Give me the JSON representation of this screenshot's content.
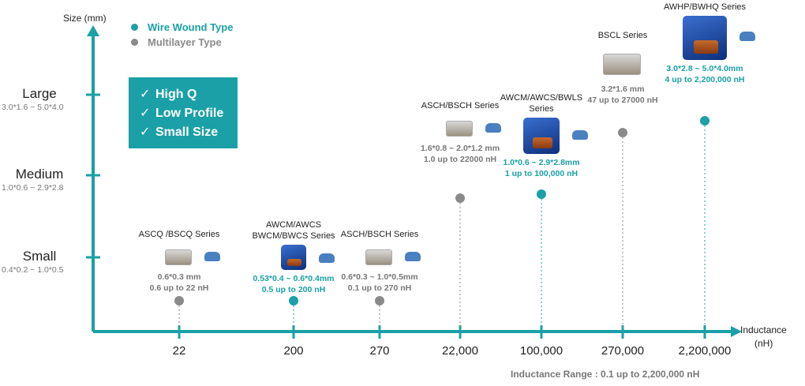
{
  "colors": {
    "axis": "#1aa0a6",
    "wire_wound": "#1aa0a6",
    "multilayer": "#8a8a8a",
    "feature_box": "#1aa0a6",
    "car_icon": "#4a7fc0"
  },
  "legend": {
    "wire_wound": "Wire Wound Type",
    "multilayer": "Multilayer Type"
  },
  "features": {
    "check": "✓",
    "items": [
      "High Q",
      "Low Profile",
      "Small Size"
    ]
  },
  "footer": {
    "range_note": "Inductance Range : 0.1 up to  2,200,000 nH"
  },
  "chart_data": {
    "type": "scatter",
    "xlabel": "Inductance",
    "xlabel_unit": "(nH)",
    "ylabel": "Size (mm)",
    "x_ticks": [
      "22",
      "200",
      "270",
      "22,000",
      "100,000",
      "270,000",
      "2,200,000"
    ],
    "y_levels": [
      {
        "name": "Small",
        "range": "0.4*0.2 ~ 1.0*0.5"
      },
      {
        "name": "Medium",
        "range": "1.0*0.6 ~ 2.9*2.8"
      },
      {
        "name": "Large",
        "range": "3.0*1.6 ~ 5.0*4.0"
      }
    ],
    "legend_position": "top-left",
    "grid": false,
    "points": [
      {
        "x": "22",
        "y": "Small",
        "type": "Multilayer Type",
        "series_lines": [
          "ASCQ /BSCQ Series"
        ],
        "size_spec": "0.6*0.3 mm",
        "inductance_spec": "0.6 up to 22 nH",
        "icon": "car-icon"
      },
      {
        "x": "200",
        "y": "Small",
        "type": "Wire Wound Type",
        "series_lines": [
          "AWCM/AWCS",
          "BWCM/BWCS Series"
        ],
        "size_spec": "0.53*0.4 ~ 0.6*0.4mm",
        "inductance_spec": "0.5 up to 200 nH",
        "icon": "car-icon"
      },
      {
        "x": "270",
        "y": "Small",
        "type": "Multilayer Type",
        "series_lines": [
          "ASCH/BSCH Series"
        ],
        "size_spec": "0.6*0.3 ~ 1.0*0.5mm",
        "inductance_spec": "0.1 up to 270 nH",
        "icon": "car-icon"
      },
      {
        "x": "22,000",
        "y": "Medium",
        "type": "Multilayer Type",
        "series_lines": [
          "ASCH/BSCH Series"
        ],
        "size_spec": "1.6*0.8 ~ 2.0*1.2 mm",
        "inductance_spec": "1.0 up to 22000 nH",
        "icon": "car-icon"
      },
      {
        "x": "100,000",
        "y": "Medium",
        "type": "Wire Wound Type",
        "series_lines": [
          "AWCM/AWCS/BWLS",
          "Series"
        ],
        "size_spec": "1.0*0.6 ~ 2.9*2.8mm",
        "inductance_spec": "1 up to 100,000 nH",
        "icon": "car-icon"
      },
      {
        "x": "270,000",
        "y": "Large",
        "type": "Multilayer Type",
        "series_lines": [
          "BSCL Series"
        ],
        "size_spec": "3.2*1.6 mm",
        "inductance_spec": "47 up to 27000 nH",
        "icon": ""
      },
      {
        "x": "2,200,000",
        "y": "Large",
        "type": "Wire Wound Type",
        "series_lines": [
          "AWHP/BWHQ Series"
        ],
        "size_spec": "3.0*2.8 ~ 5.0*4.0mm",
        "inductance_spec": "4 up to 2,200,000 nH",
        "icon": "car-icon"
      }
    ]
  }
}
